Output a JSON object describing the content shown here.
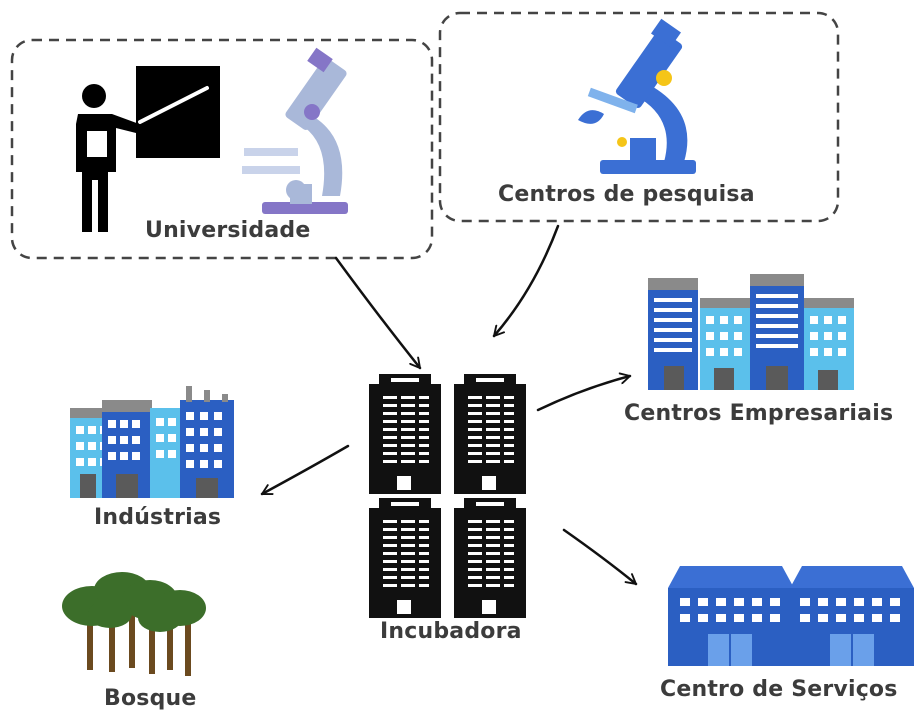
{
  "nodes": {
    "universidade": {
      "label": "Universidade"
    },
    "centros_pesquisa": {
      "label": "Centros de pesquisa"
    },
    "incubadora": {
      "label": "Incubadora"
    },
    "centros_empresariais": {
      "label": "Centros Empresariais"
    },
    "industrias": {
      "label": "Indústrias"
    },
    "bosque": {
      "label": "Bosque"
    },
    "centro_servicos": {
      "label": "Centro de Serviços"
    }
  },
  "edges": [
    {
      "from": "universidade",
      "to": "incubadora"
    },
    {
      "from": "centros_pesquisa",
      "to": "incubadora"
    },
    {
      "from": "incubadora",
      "to": "centros_empresariais"
    },
    {
      "from": "incubadora",
      "to": "industrias"
    },
    {
      "from": "incubadora",
      "to": "centro_servicos"
    }
  ],
  "colors": {
    "label_text": "#3c3c3c",
    "dashed_border": "#444444",
    "arrow": "#111111",
    "building_light_blue": "#5bc0eb",
    "building_dark_blue": "#2b5fc2",
    "building_roof_gray": "#8a8a8a",
    "incubadora_black": "#111111",
    "microscope_blue": "#3b6fd4",
    "microscope_pale": "#a9b8d9",
    "microscope_yellow": "#f5c518",
    "tree_trunk": "#6b4a1f",
    "tree_foliage": "#3c6e2a"
  },
  "icons": [
    "teacher-icon",
    "microscope-icon",
    "office-buildings-icon",
    "factory-buildings-icon",
    "trees-icon",
    "incubator-buildings-icon",
    "service-center-icon"
  ]
}
